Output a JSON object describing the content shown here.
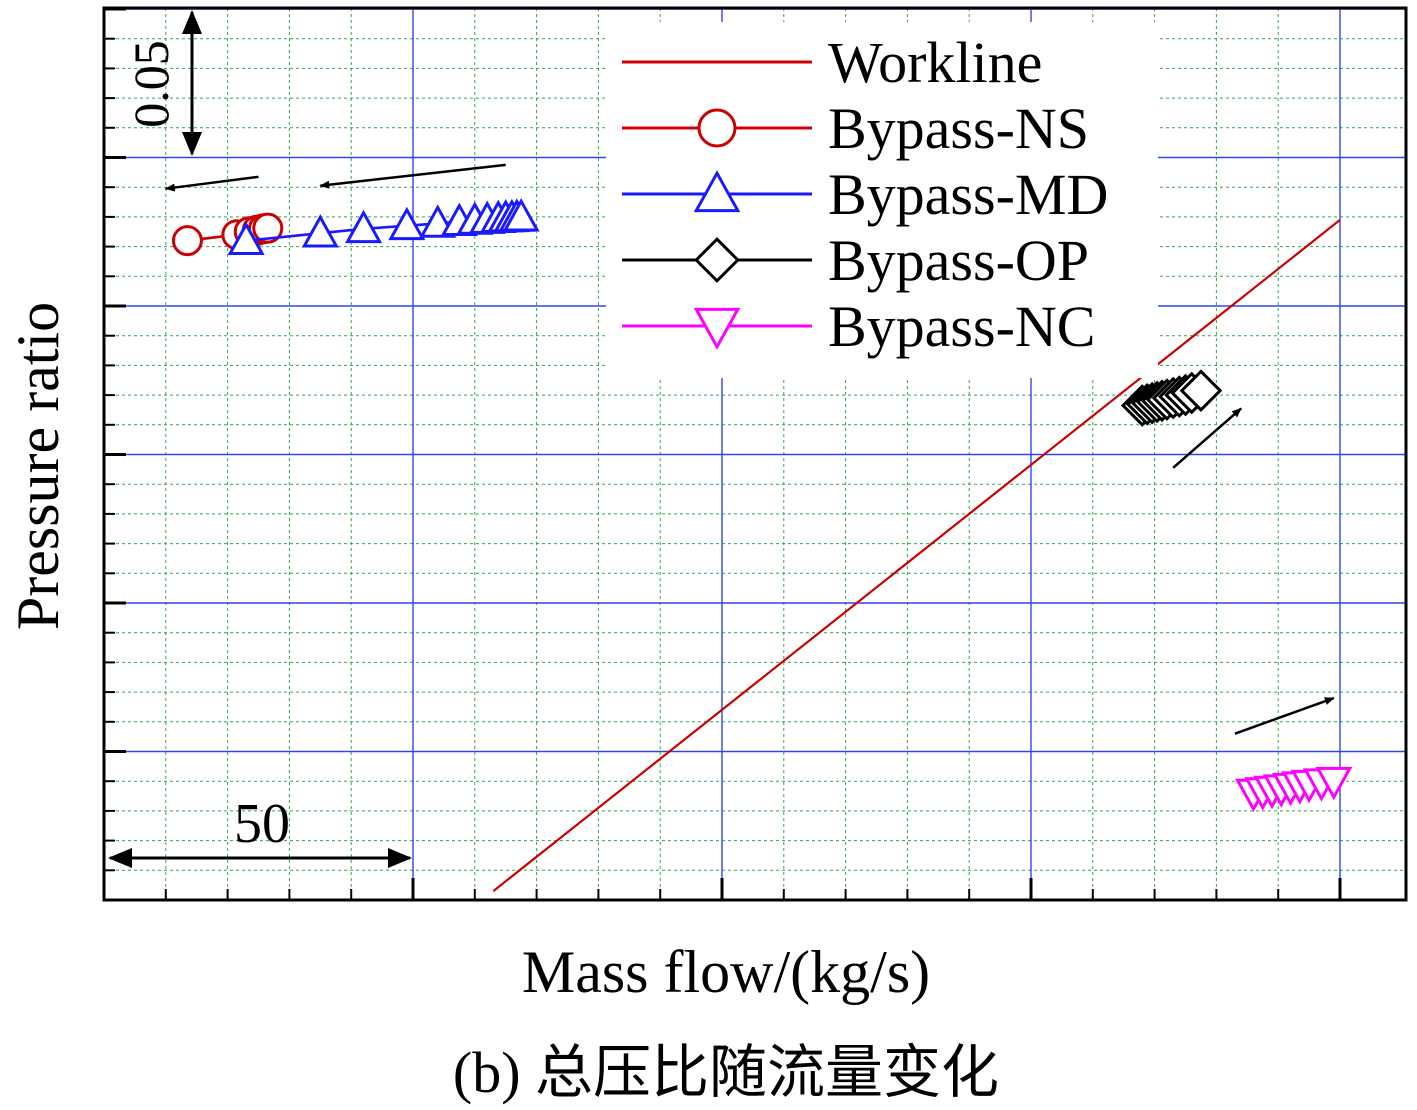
{
  "chart_data": {
    "type": "line",
    "title": "",
    "xlabel": "Mass flow/(kg/s)",
    "ylabel": "Pressure ratio",
    "caption": "(b) 总压比随流量变化",
    "xlim": [
      0,
      200
    ],
    "ylim": [
      0,
      0.3
    ],
    "x_major_step": 50,
    "x_minor_step": 10,
    "y_major_step": 0.05,
    "y_minor_step": 0.01,
    "grid": true,
    "legend_position": "top-right",
    "scale_annotations": {
      "x": "50",
      "y": "0.05"
    },
    "series": [
      {
        "name": "Workline",
        "color": "#cc0000",
        "marker": "none",
        "x": [
          63,
          200
        ],
        "y": [
          0.003,
          0.229
        ]
      },
      {
        "name": "Bypass-NS",
        "color": "#cc0000",
        "marker": "circle",
        "x": [
          13.5,
          21.5,
          23.5,
          24.8,
          25.8,
          26.5
        ],
        "y": [
          0.222,
          0.224,
          0.225,
          0.2255,
          0.226,
          0.2262
        ]
      },
      {
        "name": "Bypass-MD",
        "color": "#1a1aff",
        "marker": "triangle-up",
        "x": [
          23,
          35,
          42,
          49,
          54,
          57.5,
          60,
          62,
          63.8,
          65,
          66,
          66.8,
          67.5
        ],
        "y": [
          0.222,
          0.2245,
          0.226,
          0.227,
          0.2278,
          0.2284,
          0.2288,
          0.2291,
          0.2294,
          0.2296,
          0.2297,
          0.2298,
          0.2299
        ]
      },
      {
        "name": "Bypass-OP",
        "color": "#000000",
        "marker": "diamond",
        "x": [
          168,
          168.8,
          169.6,
          170.4,
          171.2,
          172,
          173,
          174,
          175,
          176,
          177.5
        ],
        "y": [
          0.1665,
          0.1669,
          0.1673,
          0.1677,
          0.1681,
          0.1685,
          0.169,
          0.1695,
          0.17,
          0.1707,
          0.1715
        ]
      },
      {
        "name": "Bypass-NC",
        "color": "#ff00ff",
        "marker": "triangle-down",
        "x": [
          186,
          187.5,
          189,
          190.5,
          192,
          193.5,
          195,
          197,
          199
        ],
        "y": [
          0.036,
          0.0365,
          0.037,
          0.0375,
          0.038,
          0.0385,
          0.039,
          0.0395,
          0.04
        ]
      }
    ],
    "direction_arrows": [
      {
        "from": [
          25,
          0.2435
        ],
        "to": [
          10,
          0.2395
        ]
      },
      {
        "from": [
          65,
          0.2475
        ],
        "to": [
          35,
          0.2405
        ]
      },
      {
        "from": [
          173,
          0.1455
        ],
        "to": [
          184,
          0.1655
        ]
      },
      {
        "from": [
          183,
          0.056
        ],
        "to": [
          199,
          0.068
        ]
      }
    ]
  }
}
